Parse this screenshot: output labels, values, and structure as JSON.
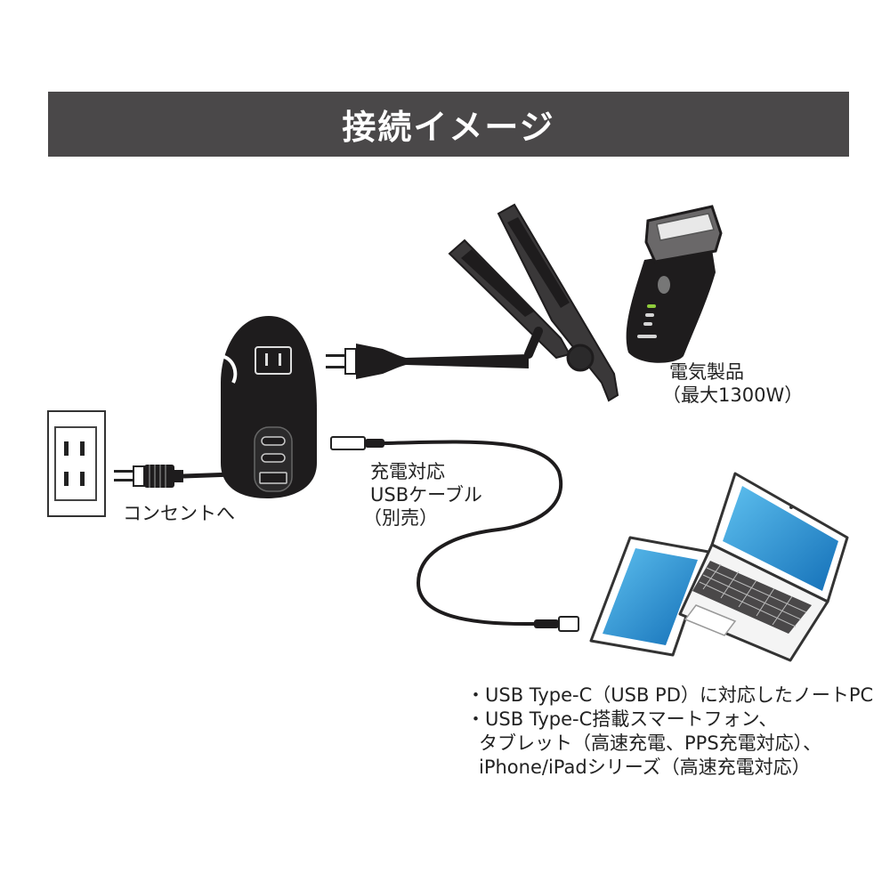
{
  "header": {
    "title": "接続イメージ"
  },
  "labels": {
    "outlet": "コンセントへ",
    "cable_line1": "充電対応",
    "cable_line2": "USBケーブル",
    "cable_line3": "（別売）",
    "appliance_line1": "電気製品",
    "appliance_line2": "（最大1300W）"
  },
  "compatibility": [
    "・USB Type-C（USB PD）に対応したノートPC",
    "・USB Type-C搭載スマートフォン、",
    "タブレット（高速充電、PPS充電対応）、",
    "iPhone/iPadシリーズ（高速充電対応）"
  ],
  "colors": {
    "header_bg": "#4a4849",
    "device": "#1e1c1d",
    "screen_blue": "#1f8fd0"
  }
}
